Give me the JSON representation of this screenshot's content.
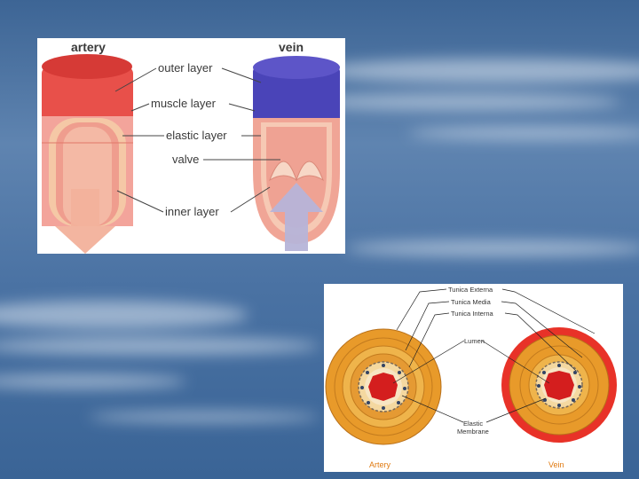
{
  "top_diagram": {
    "artery_title": "artery",
    "vein_title": "vein",
    "labels": {
      "outer_layer": "outer layer",
      "muscle_layer": "muscle layer",
      "elastic_layer": "elastic layer",
      "valve": "valve",
      "inner_layer": "inner layer"
    }
  },
  "bottom_diagram": {
    "labels": {
      "tunica_externa": "Tunica Externa",
      "tunica_media": "Tunica Media",
      "tunica_interna": "Tunica Interna",
      "lumen": "Lumen",
      "elastic_membrane_line1": "Elastic",
      "elastic_membrane_line2": "Membrane"
    },
    "artery_caption": "Artery",
    "vein_caption": "Vein"
  },
  "colors": {
    "artery_red": "#e0403a",
    "vein_blue": "#4a44b8",
    "lumen_red": "#d41e1e",
    "tunica_orange": "#e89a2a",
    "caption_orange": "#e07a10"
  }
}
